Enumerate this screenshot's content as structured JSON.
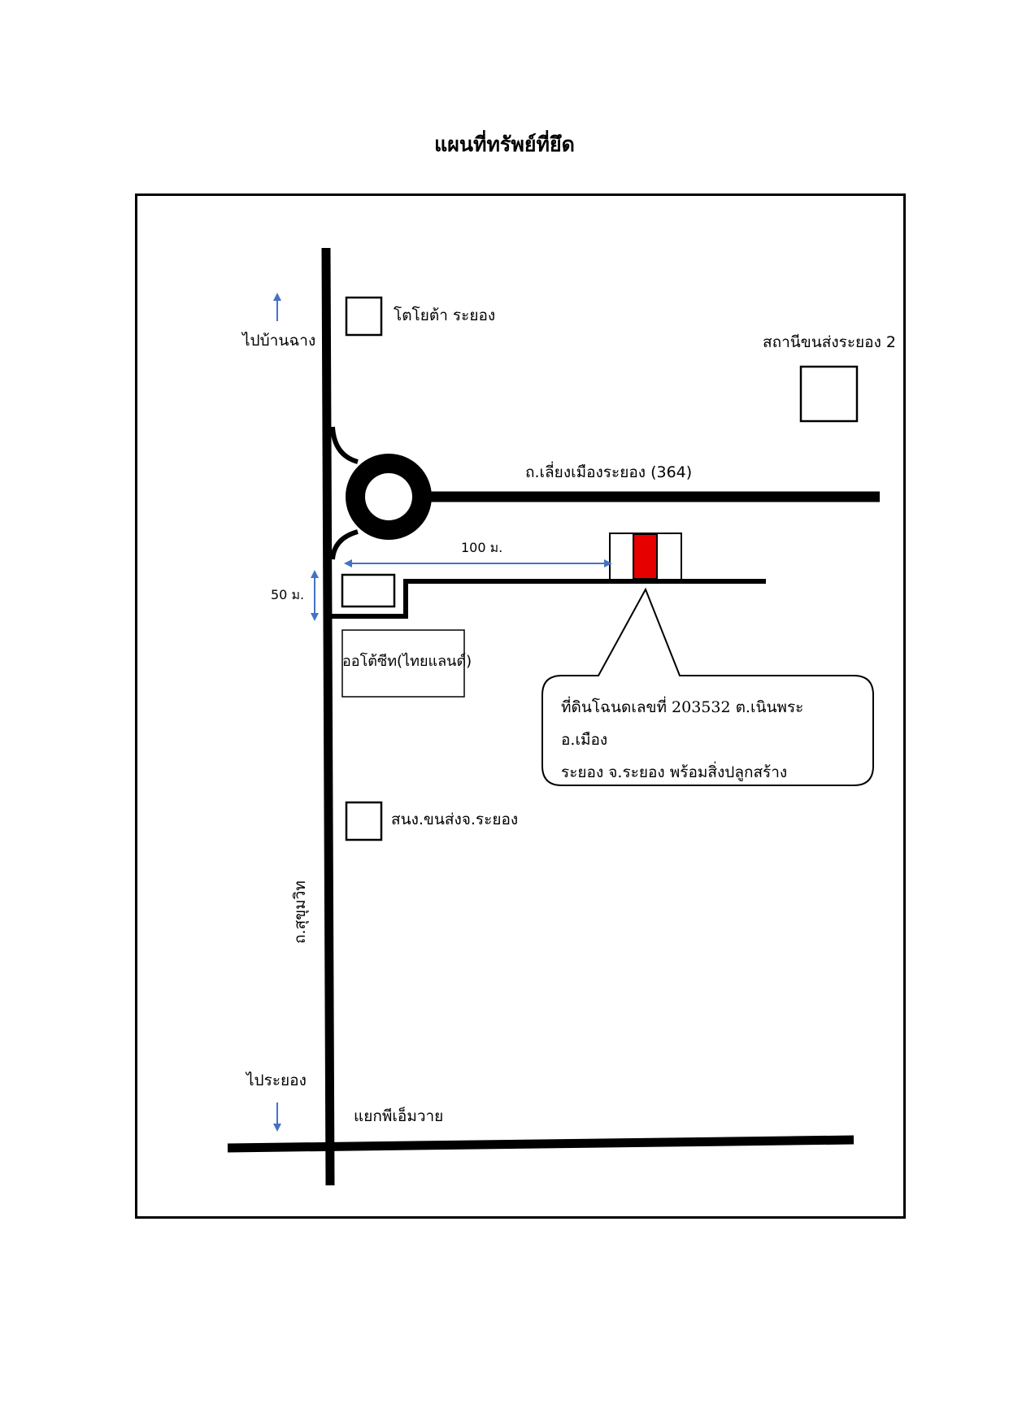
{
  "title": "แผนที่ทรัพย์ที่ยึด",
  "labels": {
    "to_ban_chang": "ไปบ้านฉาง",
    "toyota_rayong": "โตโยต้า ระยอง",
    "rayong_transport_station_2": "สถานีขนส่งระยอง 2",
    "bypass_road": "ถ.เลี่ยงเมืองระยอง (364)",
    "distance_100m": "100 ม.",
    "distance_50m": "50 ม.",
    "autoseat_thailand": "ออโต้ซีท(ไทยแลนด์)",
    "provincial_transport_office": "สนง.ขนส่งจ.ระยอง",
    "sukhumvit_road": "ถ.สุขุมวิท",
    "to_rayong": "ไประยอง",
    "pm_y_junction": "แยกพีเอ็มวาย"
  },
  "callout": {
    "line1": "ที่ดินโฉนดเลขที่ 203532 ต.เนินพระ อ.เมือง",
    "line2": "ระยอง จ.ระยอง พร้อมสิ่งปลูกสร้าง"
  },
  "colors": {
    "road": "#000000",
    "arrow": "#4472c4",
    "seized_property": "#e60000"
  }
}
